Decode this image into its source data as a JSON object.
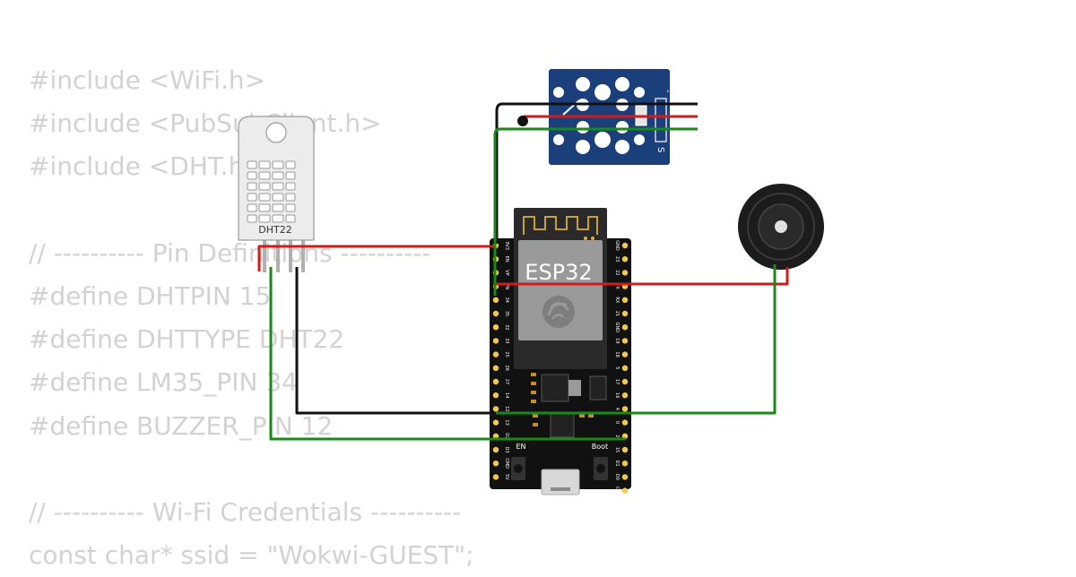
{
  "code_lines": [
    "#include <WiFi.h>",
    "#include <PubSubClient.h>",
    "#include <DHT.h>",
    "",
    "// ---------- Pin Definitions ----------",
    "#define DHTPIN 15",
    "#define DHTTYPE DHT22",
    "#define LM35_PIN 34",
    "#define BUZZER_PIN 12",
    "",
    "// ---------- Wi-Fi Credentials ----------",
    "const char* ssid = \"Wokwi-GUEST\";"
  ],
  "components": {
    "esp32": {
      "label": "ESP32",
      "en_label": "EN",
      "boot_label": "Boot"
    },
    "dht22": {
      "label": "DHT22"
    },
    "temp_module": {
      "pin_minus": "-",
      "pin_signal": "S"
    },
    "buzzer": {}
  },
  "esp32_pins": {
    "left": [
      "3V3",
      "EN",
      "VP",
      "VN",
      "34",
      "35",
      "32",
      "33",
      "25",
      "26",
      "27",
      "14",
      "12",
      "13",
      "D2",
      "D3",
      "CMD",
      "5V"
    ],
    "right": [
      "GND",
      "23",
      "22",
      "TX",
      "RX",
      "21",
      "GND",
      "19",
      "18",
      "5",
      "17",
      "16",
      "4",
      "0",
      "2",
      "15",
      "D1",
      "D0",
      "CLK"
    ]
  },
  "wire_colors": {
    "vcc": "#d11a1a",
    "gnd": "#111111",
    "signal": "#178a17"
  }
}
